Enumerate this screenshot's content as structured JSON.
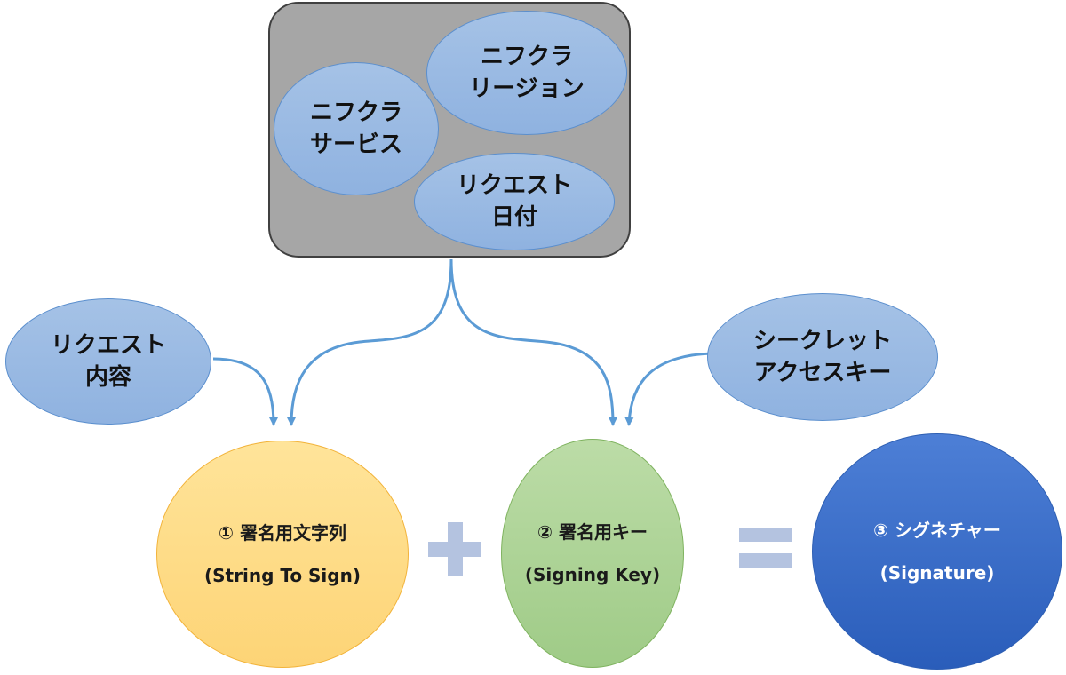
{
  "colors": {
    "container_fill": "#a6a6a6",
    "ellipse_fill": "#9dbde3",
    "arrow": "#5b9bd5",
    "string_to_sign": "#fdd87f",
    "signing_key": "#a9d18e",
    "signature": "#3565c4",
    "operator": "#b4c3e0"
  },
  "container": {
    "service": {
      "line1": "ニフクラ",
      "line2": "サービス"
    },
    "region": {
      "line1": "ニフクラ",
      "line2": "リージョン"
    },
    "date": {
      "line1": "リクエスト",
      "line2": "日付"
    }
  },
  "inputs": {
    "request_content": {
      "line1": "リクエスト",
      "line2": "内容"
    },
    "secret_key": {
      "line1": "シークレット",
      "line2": "アクセスキー"
    }
  },
  "steps": {
    "string_to_sign": {
      "title": "① 署名用文字列",
      "subtitle": "(String To Sign)"
    },
    "signing_key": {
      "title": "② 署名用キー",
      "subtitle": "(Signing Key)"
    },
    "signature": {
      "title": "③ シグネチャー",
      "subtitle": "(Signature)"
    }
  },
  "operators": {
    "plus": "+",
    "equals": "="
  }
}
